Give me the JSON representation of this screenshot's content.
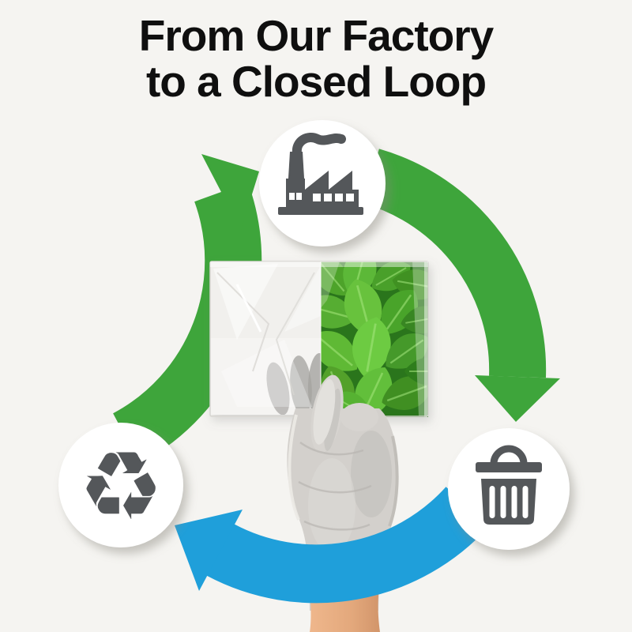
{
  "title": {
    "line1": "From Our Factory",
    "line2": "to a Closed Loop"
  },
  "cycle": {
    "nodes": [
      {
        "id": "factory",
        "icon": "factory-icon",
        "position": "top"
      },
      {
        "id": "disposal",
        "icon": "trash-bin-icon",
        "position": "right"
      },
      {
        "id": "recycling",
        "icon": "recycle-icon",
        "position": "left",
        "glyph": "♻"
      }
    ],
    "arrows": [
      {
        "id": "recycling-to-factory",
        "color": "#3ea53b",
        "position": "left"
      },
      {
        "id": "factory-to-disposal",
        "color": "#3ea53b",
        "position": "right"
      },
      {
        "id": "disposal-to-recycling",
        "color": "#1f9fda",
        "position": "bottom"
      }
    ]
  },
  "colors": {
    "background": "#f5f4f1",
    "arrow_green": "#3ea53b",
    "arrow_blue": "#1f9fda",
    "icon_gray": "#54575a",
    "circle_white": "#ffffff",
    "glove_gray": "#d3d0cc",
    "leaf_green": "#57b232",
    "skin": "#e3a87c",
    "title_black": "#0f0f0f"
  }
}
